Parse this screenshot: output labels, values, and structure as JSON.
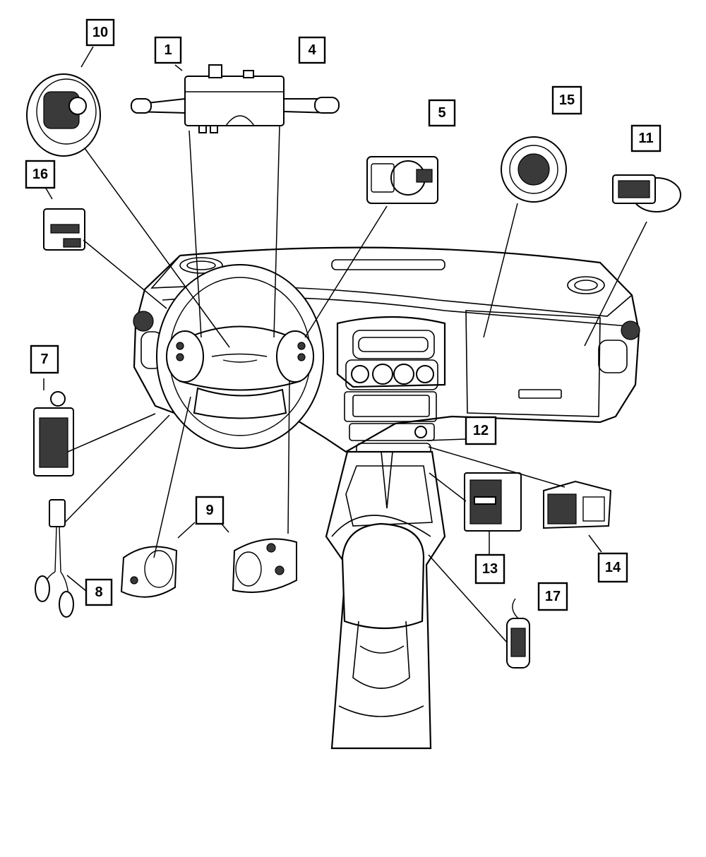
{
  "diagram": {
    "callouts": [
      {
        "id": "c1",
        "label": "1"
      },
      {
        "id": "c4",
        "label": "4"
      },
      {
        "id": "c5",
        "label": "5"
      },
      {
        "id": "c7",
        "label": "7"
      },
      {
        "id": "c8",
        "label": "8"
      },
      {
        "id": "c9",
        "label": "9"
      },
      {
        "id": "c10",
        "label": "10"
      },
      {
        "id": "c11",
        "label": "11"
      },
      {
        "id": "c12",
        "label": "12"
      },
      {
        "id": "c13",
        "label": "13"
      },
      {
        "id": "c14",
        "label": "14"
      },
      {
        "id": "c15",
        "label": "15"
      },
      {
        "id": "c16",
        "label": "16"
      },
      {
        "id": "c17",
        "label": "17"
      }
    ]
  }
}
